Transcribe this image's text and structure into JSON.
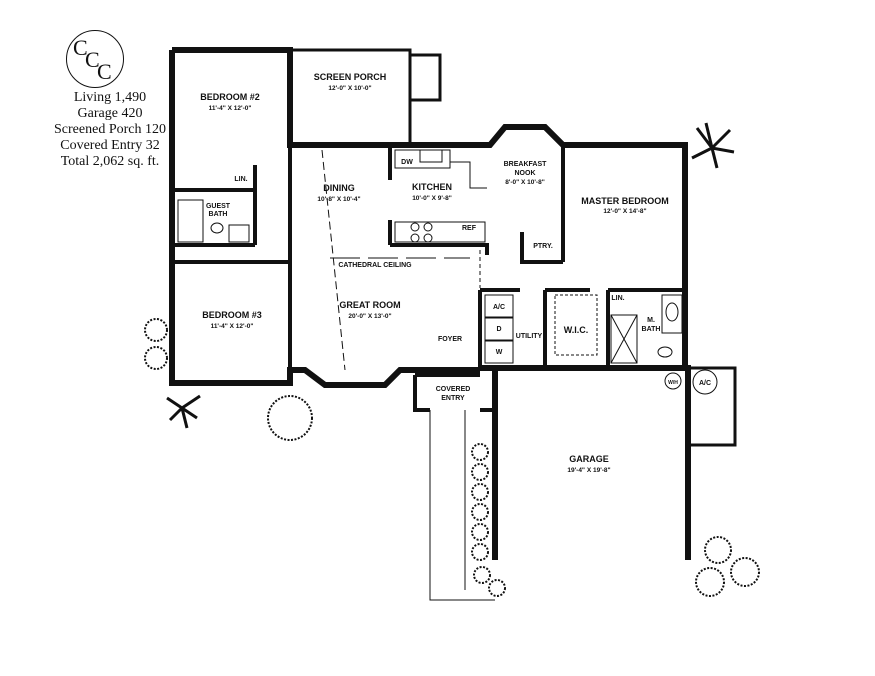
{
  "logo": {
    "text": "CCC"
  },
  "stats": [
    "Living 1,490",
    "Garage 420",
    "Screened Porch 120",
    "Covered Entry 32",
    "Total 2,062 sq. ft."
  ],
  "rooms": {
    "bedroom2": {
      "name": "BEDROOM #2",
      "dim": "11'-4\" X 12'-0\""
    },
    "screen_porch": {
      "name": "SCREEN PORCH",
      "dim": "12'-0\" X 10'-0\""
    },
    "dining": {
      "name": "DINING",
      "dim": "10'-8\" X 10'-4\""
    },
    "kitchen": {
      "name": "KITCHEN",
      "dim": "10'-0\" X 9'-8\""
    },
    "nook": {
      "name1": "BREAKFAST",
      "name2": "NOOK",
      "dim": "8'-0\" X 10'-8\""
    },
    "master": {
      "name": "MASTER BEDROOM",
      "dim": "12'-0\" X 14'-8\""
    },
    "bedroom3": {
      "name": "BEDROOM #3",
      "dim": "11'-4\" X 12'-0\""
    },
    "great_room": {
      "name": "GREAT ROOM",
      "dim": "20'-0\" X 13'-0\""
    },
    "garage": {
      "name": "GARAGE",
      "dim": "19'-4\" X 19'-8\""
    },
    "covered_entry": {
      "name1": "COVERED",
      "name2": "ENTRY"
    },
    "foyer": "FOYER",
    "utility": "UTILITY",
    "wic": "W.I.C.",
    "m_bath": {
      "l1": "M.",
      "l2": "BATH"
    },
    "guest_bath": {
      "l1": "GUEST",
      "l2": "BATH"
    }
  },
  "fixtures": {
    "lin": "LIN.",
    "dw": "DW",
    "ref": "REF",
    "ptry": "PTRY.",
    "cathedral": "CATHEDRAL CEILING",
    "ac": "A/C",
    "d": "D",
    "w": "W",
    "wh": "W/H"
  }
}
